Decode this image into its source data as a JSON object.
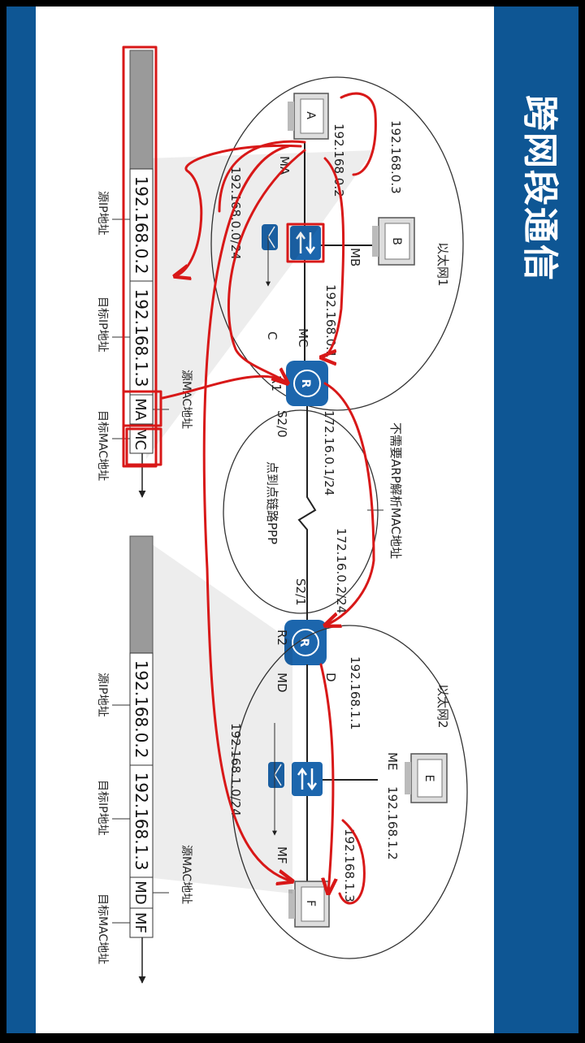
{
  "slide": {
    "title": "跨网段通信",
    "colors": {
      "brand_blue": "#0e5694",
      "annotation_red": "#d81818",
      "device_blue": "#1c66ad"
    }
  },
  "ethernet1": {
    "label": "以太网1",
    "network": "192.168.0.0/24",
    "host_a": {
      "name": "A",
      "ip": "192.168.0.2",
      "mac": "MA"
    },
    "host_b": {
      "name": "B",
      "ip": "192.168.0.3",
      "mac": "MB"
    },
    "router_port": {
      "name": "C",
      "ip": "192.168.0.1",
      "mac": "MC"
    }
  },
  "ppp_link": {
    "label": "点到点链路PPP",
    "note": "不需要ARP解析MAC地址",
    "r1": {
      "name": "R1",
      "interface": "S2/0",
      "ip": "172.16.0.1/24"
    },
    "r2": {
      "name": "R2",
      "interface": "S2/1",
      "ip": "172.16.0.2/24"
    }
  },
  "ethernet2": {
    "label": "以太网2",
    "network": "192.168.1.0/24",
    "host_e": {
      "name": "E",
      "ip": "192.168.1.2",
      "mac": "ME"
    },
    "host_f": {
      "name": "F",
      "ip": "192.168.1.3",
      "mac": "MF"
    },
    "router_port": {
      "name": "D",
      "ip": "192.168.1.1",
      "mac": "MD"
    }
  },
  "frame1": {
    "src_ip": "192.168.0.2",
    "dst_ip": "192.168.1.3",
    "src_mac": "MA",
    "dst_mac": "MC",
    "labels": {
      "src_ip": "源IP地址",
      "dst_ip": "目标IP地址",
      "src_mac": "源MAC地址",
      "dst_mac": "目标MAC地址"
    }
  },
  "frame2": {
    "src_ip": "192.168.0.2",
    "dst_ip": "192.168.1.3",
    "src_mac": "MD",
    "dst_mac": "MF",
    "labels": {
      "src_ip": "源IP地址",
      "dst_ip": "目标IP地址",
      "src_mac": "源MAC地址",
      "dst_mac": "目标MAC地址"
    }
  },
  "icons": {
    "router": "router-icon",
    "switch": "switch-icon",
    "pc": "computer-icon",
    "envelope": "envelope-icon"
  }
}
